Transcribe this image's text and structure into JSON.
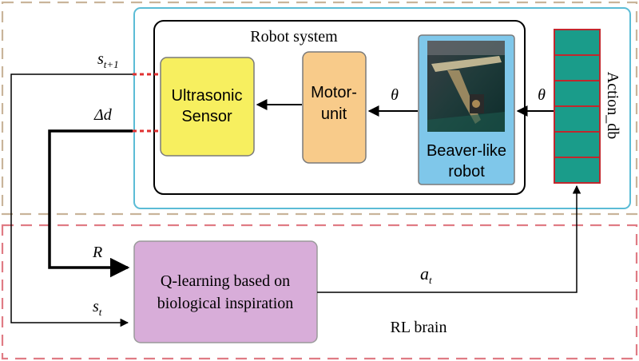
{
  "robot_system": {
    "title": "Robot system",
    "ultrasonic_sensor": [
      "Ultrasonic",
      "Sensor"
    ],
    "motor_unit": [
      "Motor-",
      "unit"
    ],
    "beaver_robot": [
      "Beaver-like",
      "robot"
    ],
    "action_db": "Action_db"
  },
  "rl_brain": {
    "title": "RL brain",
    "q_learning": [
      "Q-learning based on",
      "biological inspiration"
    ]
  },
  "signals": {
    "theta_1": "θ",
    "theta_2": "θ",
    "s_next": {
      "base": "s",
      "sub": "t+1"
    },
    "delta_d": "Δd",
    "reward": "R",
    "s_t": {
      "base": "s",
      "sub": "t"
    },
    "a_t": {
      "base": "a",
      "sub": "t"
    }
  },
  "colors": {
    "outer_tan_dash": "#c9b49a",
    "outer_red_dash": "#e07b84",
    "robot_system_border": "#5bbcd6",
    "sensor_fill": "#f7ef5f",
    "motor_fill": "#f8cb8a",
    "robot_panel_fill": "#7fc7ea",
    "qlearn_fill": "#d8add9",
    "action_cell_fill": "#1a9c8a",
    "action_cell_border": "#c1272d",
    "dotted_red": "#e03030"
  }
}
